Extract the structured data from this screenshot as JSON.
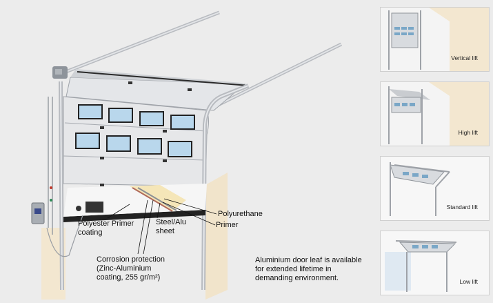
{
  "diagram": {
    "callouts": {
      "polyurethane": "Polyurethane",
      "primer": "Primer",
      "steel_alu": "Steel/Alu\nsheet",
      "polyester_primer": "Polyester Primer\ncoating",
      "corrosion": "Corrosion protection\n(Zinc-Aluminium\ncoating, 255 gr/m²)",
      "aluminium_note": "Aluminium door leaf is available\nfor extended lifetime in\ndemanding environment."
    }
  },
  "lift_types": [
    {
      "label": "Vertical lift"
    },
    {
      "label": "High lift"
    },
    {
      "label": "Standard lift"
    },
    {
      "label": "Low lift"
    }
  ],
  "colors": {
    "background": "#ececec",
    "door_panel": "#e6e7e9",
    "rail": "#c9cbcf",
    "insulation": "#f5e6b8",
    "wall": "#f3e7d0"
  }
}
